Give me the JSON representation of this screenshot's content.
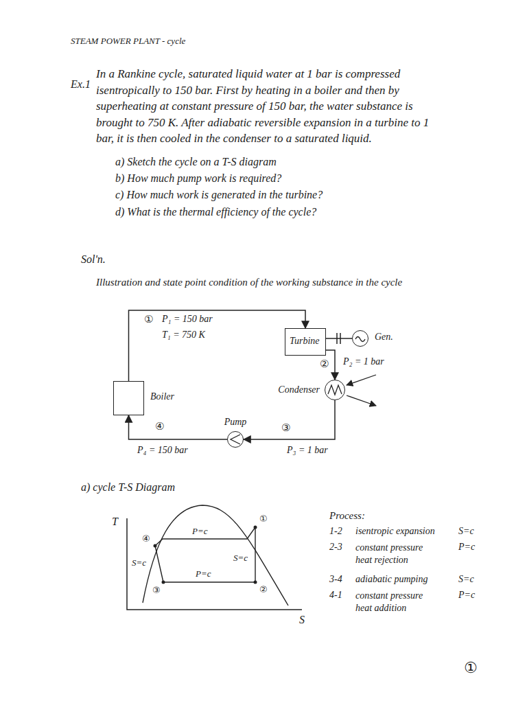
{
  "diagram": {
    "title": "STEAM POWER PLANT - cycle",
    "nodes": [
      {
        "text": [
          "Turbine"
        ]
      },
      {
        "text": [
          "Gen."
        ]
      },
      {
        "text": [
          "Condenser"
        ]
      },
      {
        "text": [
          "Boiler"
        ]
      },
      {
        "text": [
          "Pump"
        ]
      }
    ],
    "edges": [
      {
        "from": 3,
        "to": 0,
        "arrow": "to"
      },
      {
        "from": 0,
        "to": 2,
        "arrow": "to"
      },
      {
        "from": 2,
        "to": 4,
        "arrow": "to"
      },
      {
        "from": 4,
        "to": 3,
        "arrow": "to"
      },
      {
        "from": 0,
        "to": 1,
        "arrow": "none"
      }
    ],
    "labels": [
      "Ex.1",
      "In a Rankine cycle, saturated liquid water at 1 bar is compressed isentropically to 150 bar. First by heating in a boiler and then by superheating at constant pressure of 150 bar, the water substance is brought to 750 K. After adiabatic reversible expansion in a turbine to 1 bar, it is then cooled in the condenser to a saturated liquid.",
      "a) Sketch the cycle on a T-S diagram",
      "b) How much pump work is required?",
      "c) How much work is generated in the turbine?",
      "d) What is the thermal efficiency of the cycle?",
      "Sol'n.",
      "Illustration and state point condition of the working substance in the cycle",
      "①",
      "P₁ = 150 bar",
      "T₁ = 750 K",
      "②",
      "P₂ = 1 bar",
      "③",
      "④",
      "P₄ = 150 bar",
      "P₃ = 1 bar",
      "a) cycle T-S Diagram",
      "T",
      "Process:",
      "④",
      "P=c",
      "①",
      "1-2",
      "isentropic expansion",
      "S=c",
      "2-3",
      "constant pressure heat rejection",
      "P=c",
      "S=c",
      "P=c",
      "S=c",
      "3-4",
      "adiabatic pumping",
      "S=c",
      "③",
      "②",
      "4-1",
      "constant pressure heat addition",
      "P=c",
      "S",
      "①"
    ]
  }
}
